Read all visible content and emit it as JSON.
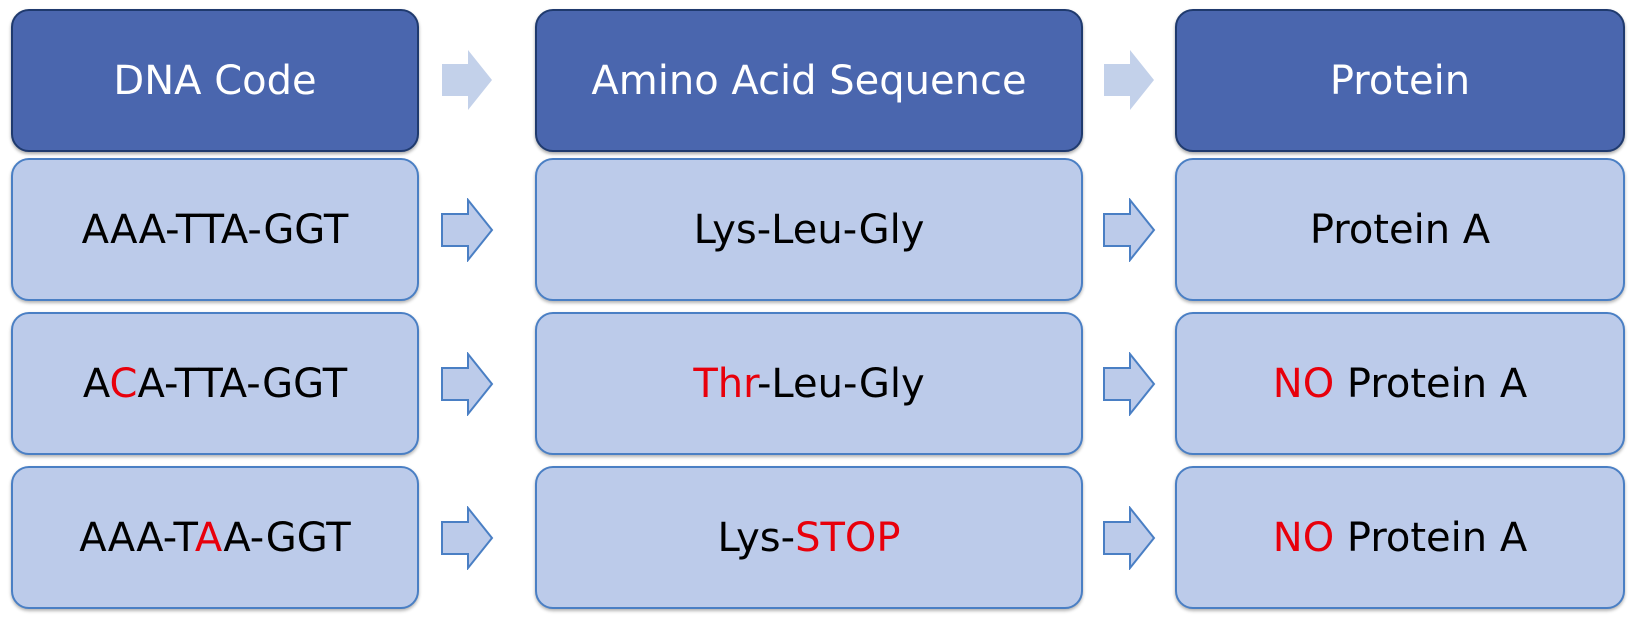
{
  "headers": [
    "DNA Code",
    "Amino Acid Sequence",
    "Protein"
  ],
  "rows": [
    {
      "dna": [
        {
          "t": "AAA-TTA-GGT",
          "h": false
        }
      ],
      "amino": [
        {
          "t": "Lys-Leu-Gly",
          "h": false
        }
      ],
      "protein": [
        {
          "t": "Protein A",
          "h": false
        }
      ]
    },
    {
      "dna": [
        {
          "t": "A",
          "h": false
        },
        {
          "t": "C",
          "h": true
        },
        {
          "t": "A-TTA-GGT",
          "h": false
        }
      ],
      "amino": [
        {
          "t": "Thr",
          "h": true
        },
        {
          "t": "-Leu-Gly",
          "h": false
        }
      ],
      "protein": [
        {
          "t": "NO",
          "h": true
        },
        {
          "t": " Protein A",
          "h": false
        }
      ]
    },
    {
      "dna": [
        {
          "t": "AAA-T",
          "h": false
        },
        {
          "t": "A",
          "h": true
        },
        {
          "t": "A-GGT",
          "h": false
        }
      ],
      "amino": [
        {
          "t": "Lys-",
          "h": false
        },
        {
          "t": "STOP",
          "h": true
        }
      ],
      "protein": [
        {
          "t": "NO",
          "h": true
        },
        {
          "t": " Protein A",
          "h": false
        }
      ]
    }
  ],
  "colors": {
    "header_fill": "#4a66ae",
    "cell_fill": "#bccbea",
    "highlight_text": "#e8000b",
    "header_arrow": "#c3d1ea",
    "row_arrow_fill": "#bccbea",
    "row_arrow_stroke": "#4a7fc4"
  },
  "icons": {
    "header_arrow": "right-arrow-icon",
    "row_arrow": "right-arrow-icon"
  }
}
